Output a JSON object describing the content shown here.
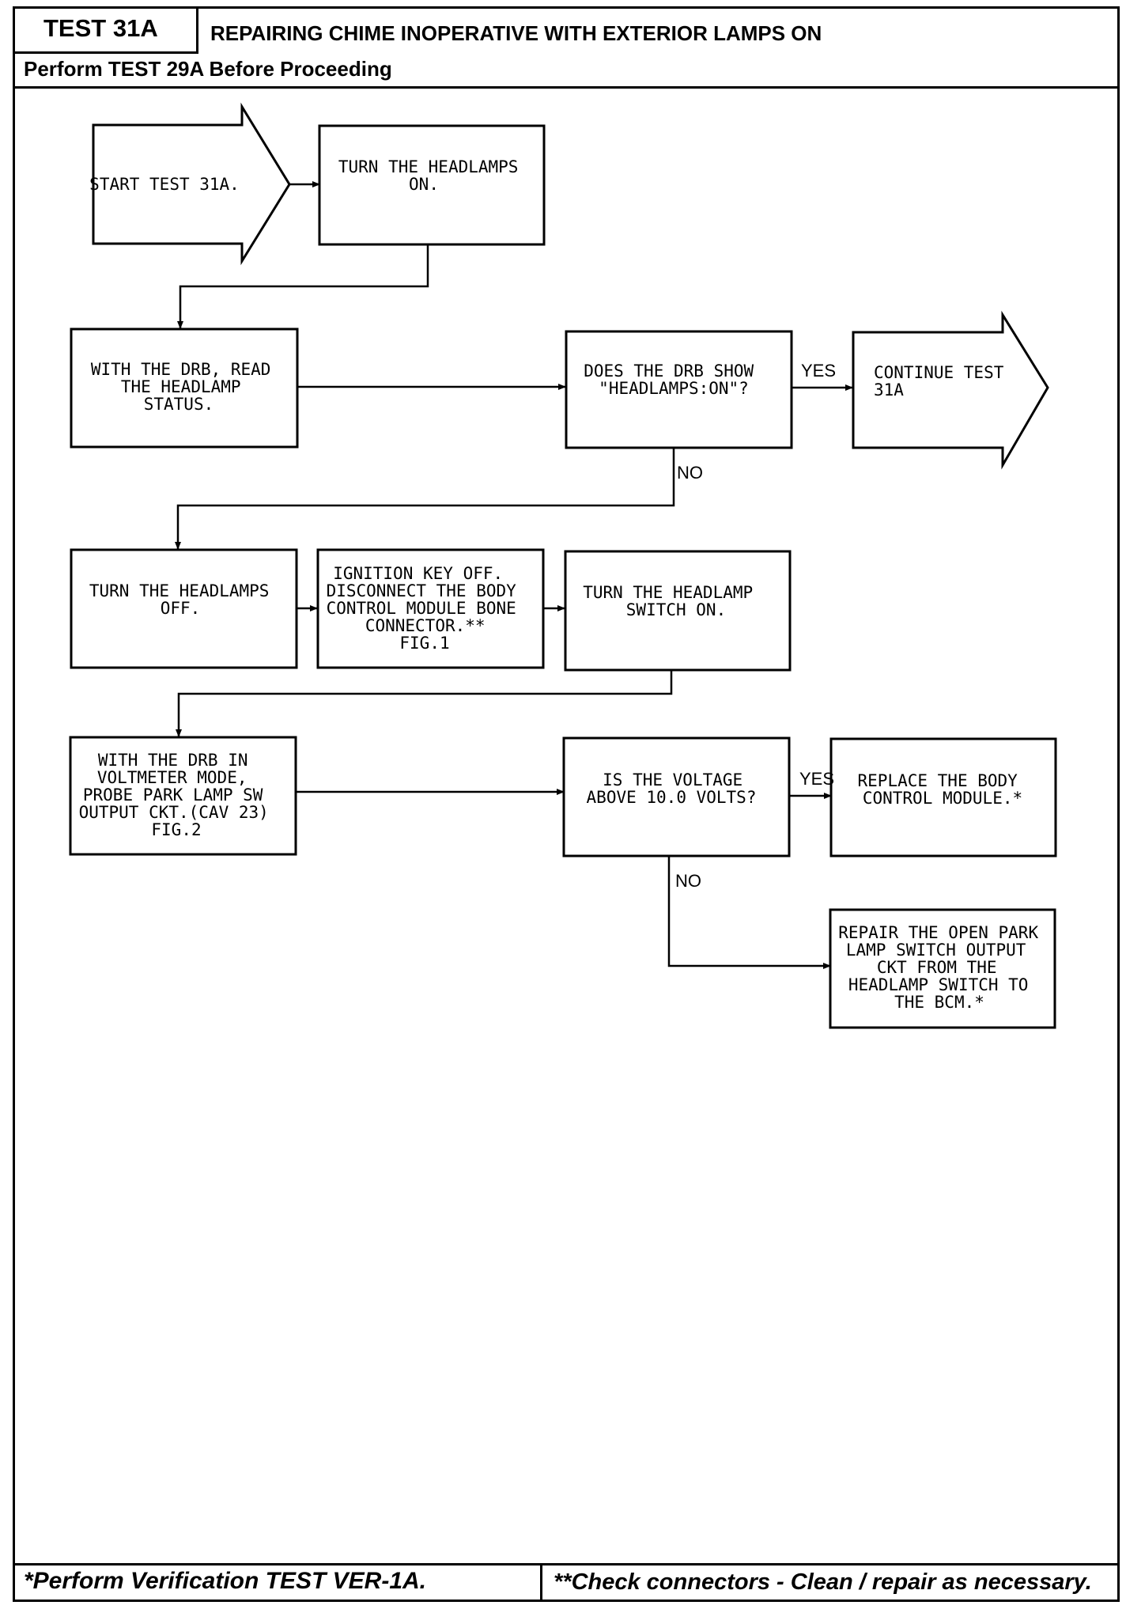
{
  "header": {
    "test_id": "TEST 31A",
    "title": "REPAIRING CHIME INOPERATIVE WITH EXTERIOR LAMPS ON",
    "prerequisite": "Perform TEST 29A Before Proceeding"
  },
  "flowchart": {
    "nodes": [
      {
        "id": "start",
        "lines": [
          "START TEST 31A."
        ]
      },
      {
        "id": "headlamps-on",
        "lines": [
          "TURN THE HEADLAMPS",
          "ON."
        ]
      },
      {
        "id": "read-status",
        "lines": [
          "WITH THE DRB, READ",
          "THE HEADLAMP",
          "STATUS."
        ]
      },
      {
        "id": "drb-show",
        "lines": [
          "DOES THE DRB SHOW",
          "\"HEADLAMPS:ON\"?"
        ]
      },
      {
        "id": "continue",
        "lines": [
          "CONTINUE TEST",
          "31A"
        ]
      },
      {
        "id": "headlamps-off",
        "lines": [
          "TURN THE HEADLAMPS",
          "OFF."
        ]
      },
      {
        "id": "ignition",
        "lines": [
          "IGNITION KEY OFF.",
          "DISCONNECT THE BODY",
          "CONTROL MODULE BONE",
          "CONNECTOR.**",
          "FIG.1"
        ]
      },
      {
        "id": "switch-on",
        "lines": [
          "TURN THE HEADLAMP",
          "SWITCH ON."
        ]
      },
      {
        "id": "voltmeter",
        "lines": [
          "WITH THE DRB IN",
          "VOLTMETER MODE,",
          "PROBE PARK LAMP SW",
          "OUTPUT CKT.(CAV 23)",
          "FIG.2"
        ]
      },
      {
        "id": "voltage",
        "lines": [
          "IS THE VOLTAGE",
          "ABOVE 10.0 VOLTS?"
        ]
      },
      {
        "id": "replace",
        "lines": [
          "REPLACE THE BODY",
          "CONTROL MODULE.*"
        ]
      },
      {
        "id": "repair",
        "lines": [
          "REPAIR THE OPEN PARK",
          "LAMP SWITCH OUTPUT",
          "CKT FROM THE",
          "HEADLAMP SWITCH TO",
          "THE BCM.*"
        ]
      }
    ],
    "edge_labels": {
      "yes_1": "YES",
      "no_1": "NO",
      "yes_2": "YES",
      "no_2": "NO"
    }
  },
  "footer": {
    "left_note": "*Perform Verification TEST VER-1A.",
    "right_note": "**Check connectors - Clean / repair as necessary."
  }
}
